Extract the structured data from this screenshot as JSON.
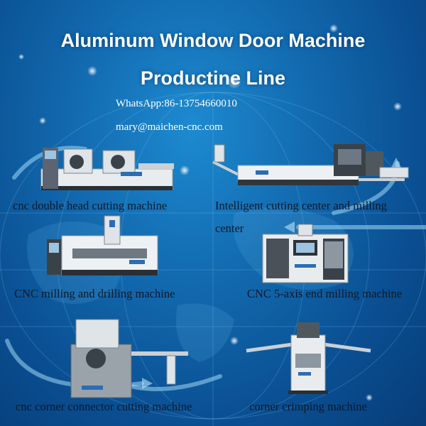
{
  "title_line1": "Aluminum Window Door Machine",
  "title_line2": "Productine Line",
  "whatsapp": "WhatsApp:86-13754660010",
  "email": "mary@maichen-cnc.com",
  "machines": [
    {
      "label": "cnc double head cutting machine"
    },
    {
      "label": "Intelligent cutting center and milling",
      "label2": "center"
    },
    {
      "label": "CNC milling and drilling machine"
    },
    {
      "label": "CNC 5-axis end milling machine"
    },
    {
      "label": "cnc corner connector cutting machine"
    },
    {
      "label": "corner crimping machine"
    }
  ],
  "colors": {
    "background": "#0d5fa8",
    "title_text": "#ffffff",
    "label_text": "#0d1a2a"
  }
}
